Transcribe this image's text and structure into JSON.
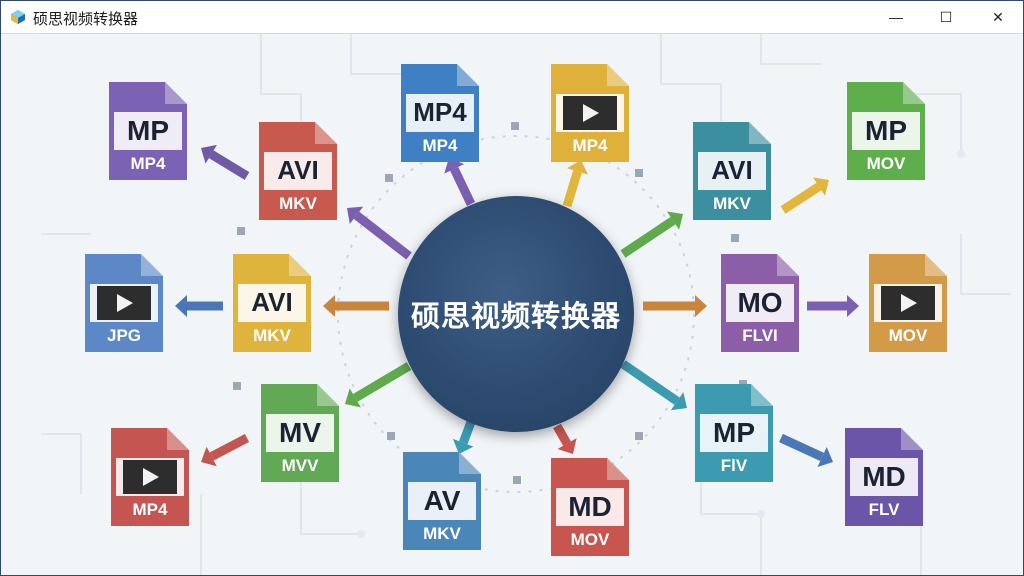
{
  "window": {
    "title": "硕思视频转换器",
    "minimize": "—",
    "maximize": "☐",
    "close": "✕"
  },
  "center": {
    "label": "硕思视频转换器"
  },
  "files": [
    {
      "id": "mp-mp4-purple",
      "top": "MP",
      "bottom": "MP4",
      "color": "#7b62b4",
      "icon": "document-icon"
    },
    {
      "id": "avi-mkv-red",
      "top": "AVI",
      "bottom": "MKV",
      "color": "#c8594f",
      "icon": "document-icon"
    },
    {
      "id": "mp4-mp4-blue",
      "top": "MP4",
      "bottom": "MP4",
      "color": "#3f7fc4",
      "icon": "document-icon"
    },
    {
      "id": "play-mp4-yellow",
      "top": "",
      "bottom": "MP4",
      "color": "#e0b13a",
      "icon": "play-icon"
    },
    {
      "id": "avi-mkv-teal",
      "top": "AVI",
      "bottom": "MKV",
      "color": "#3c8f9e",
      "icon": "document-icon"
    },
    {
      "id": "mp-mov-green",
      "top": "MP",
      "bottom": "MOV",
      "color": "#5fae4c",
      "icon": "document-icon"
    },
    {
      "id": "play-jpg-blue",
      "top": "",
      "bottom": "JPG",
      "color": "#5c88c8",
      "icon": "play-icon"
    },
    {
      "id": "avi-mkv-yellow",
      "top": "AVI",
      "bottom": "MKV",
      "color": "#dfb43c",
      "icon": "document-icon"
    },
    {
      "id": "mo-flv-purple",
      "top": "MO",
      "bottom": "FLVI",
      "color": "#8c5ea8",
      "icon": "document-icon"
    },
    {
      "id": "play-mov-orange",
      "top": "",
      "bottom": "MOV",
      "color": "#d39a48",
      "icon": "play-icon"
    },
    {
      "id": "mv-mvv-green",
      "top": "MV",
      "bottom": "MVV",
      "color": "#62a955",
      "icon": "document-icon"
    },
    {
      "id": "mp-flv-teal",
      "top": "MP",
      "bottom": "FlV",
      "color": "#3c9bb0",
      "icon": "document-icon"
    },
    {
      "id": "play-mp4-red",
      "top": "",
      "bottom": "MP4",
      "color": "#c45550",
      "icon": "play-icon"
    },
    {
      "id": "av-mkv-blue",
      "top": "AV",
      "bottom": "MKV",
      "color": "#4a86b8",
      "icon": "document-icon"
    },
    {
      "id": "md-mov-red",
      "top": "MD",
      "bottom": "MOV",
      "color": "#c8564e",
      "icon": "document-icon"
    },
    {
      "id": "md-flv-purple",
      "top": "MD",
      "bottom": "FLV",
      "color": "#6a55a8",
      "icon": "document-icon"
    }
  ]
}
